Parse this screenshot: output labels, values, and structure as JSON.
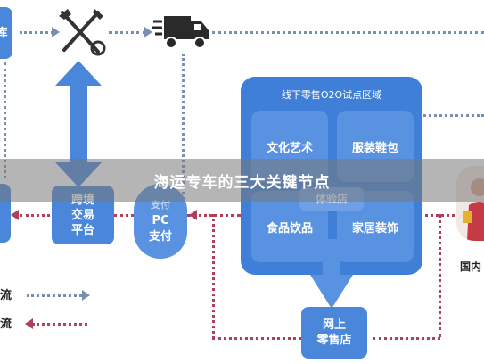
{
  "banner": {
    "title": "海运专车的三大关键节点"
  },
  "left_boxes": {
    "top": "库",
    "middle": ""
  },
  "platform": {
    "line1": "跨境",
    "line2": "交易",
    "line3": "平台"
  },
  "pc_pay": {
    "line1": "PC",
    "line2": "支付",
    "top_hidden": "支付"
  },
  "o2o": {
    "title": "线下零售O2O试点区域",
    "cells": [
      "文化艺术",
      "服装鞋包",
      "食品饮品",
      "家居装饰"
    ],
    "center_badge": "体验店"
  },
  "online_store": {
    "line1": "网上",
    "line2": "零售店"
  },
  "right_label": "国内",
  "legend": {
    "item1": "流",
    "item2": "流"
  },
  "colors": {
    "primary_blue": "#4a86d9",
    "flow_gray": "#7a8fb0",
    "flow_red": "#b0405a"
  },
  "icons": [
    "customs-tools-icon",
    "delivery-truck-icon",
    "person-photo-icon"
  ]
}
